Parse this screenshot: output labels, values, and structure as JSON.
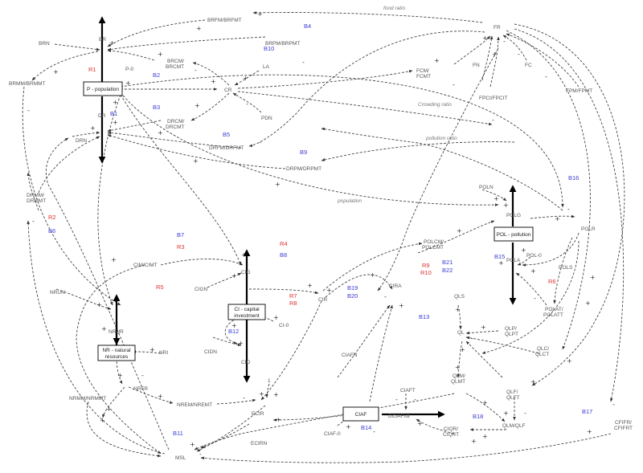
{
  "stocks": {
    "population": "P - population",
    "capital_investment_1": "CI - capital",
    "capital_investment_2": "investment",
    "natural_resources_1": "NR - natural",
    "natural_resources_2": "resources",
    "pollution": "POL - pollution",
    "ciaf": "CIAF"
  },
  "variables": {
    "BRFM": "BRFM/BRFMT",
    "BRPM": "BRPM/BRPMT",
    "BRN": "BRN",
    "BR": "BR",
    "BRCM": "BRCM/",
    "BRCMT": "BRCMT",
    "BRMM": "BRMM/BRMMT",
    "P0": "P-0",
    "LA": "LA",
    "CR": "CR",
    "PDN": "PDN",
    "DR": "DR",
    "DRCM": "DRCM/",
    "DRCMT": "DRCMT",
    "DRN": "DRN",
    "DRFM": "DRFM/DRFMT",
    "DRPM": "DRPM/DRPMT",
    "DRMM1": "DRMM/",
    "DRMM2": "DRMMT",
    "FR": "FR",
    "FN": "FN",
    "FC": "FC",
    "FCM1": "FCM/",
    "FCM2": "FCMT",
    "FPCI": "FPCI/FPCIT",
    "FPM": "FPM/FPMT",
    "POLN": "POLN",
    "POLG": "POLG",
    "POLR": "POLR",
    "POLA": "POLA",
    "POL0": "POL-0",
    "POLS": "POLS",
    "POLAT1": "POLAT/",
    "POLAT2": "POLATT",
    "POLCM1": "POLCM/",
    "POLCM2": "POLCMT",
    "CIM": "CIM/CIMT",
    "CIGN": "CIGN",
    "CIG": "CIG",
    "CIR": "CIR",
    "CIRA": "CIRA",
    "CI0": "CI-0",
    "CIDN": "CIDN",
    "CID": "CID",
    "CIAFN": "CIAFN",
    "CIAFT": "CIAFT",
    "CIAF0": "CIAF-0",
    "DCIAF": "DCIAF/dt",
    "NRUN": "NRUN",
    "NRUR": "NRUR",
    "NRI": "NRI",
    "NRFR": "NRFR",
    "NRMM": "NRMM/NRMMT",
    "NREM": "NREM/NREMT",
    "ECIR": "ECIR",
    "ECIRN": "ECIRN",
    "MSL": "MSL",
    "QLS": "QLS",
    "QL": "QL",
    "QLP1": "QLP/",
    "QLP2": "QLPT",
    "QLC1": "QLC/",
    "QLC2": "QLCT",
    "QLF1": "QLF/",
    "QLF2": "QLFT",
    "QLM1": "QLM/",
    "QLM2": "QLMT",
    "QLMQLF": "QLM/QLF",
    "CIQR1": "CIQR/",
    "CIQR2": "CIQRT",
    "CFIFR1": "CFIFR/",
    "CFIFR2": "CFIFRT",
    "one": "1"
  },
  "link_labels": {
    "food_ratio": "food ratio",
    "crowding_ratio": "Crowding ratio",
    "pollution_ratio": "pollution ratio",
    "population": "population"
  },
  "loops": {
    "R1": "R1",
    "R2": "R2",
    "R3": "R3",
    "R4": "R4",
    "R5": "R5",
    "R6": "R6",
    "R7": "R7",
    "R8": "R8",
    "R9": "R9",
    "R10": "R10",
    "B1": "B1",
    "B2": "B2",
    "B3": "B3",
    "B4": "B4",
    "B5": "B5",
    "B6": "B6",
    "B7": "B7",
    "B8": "B8",
    "B9": "B9",
    "B10": "B10",
    "B11": "B11",
    "B12": "B12",
    "B13": "B13",
    "B14": "B14",
    "B15": "B15",
    "B16": "B16",
    "B17": "B17",
    "B18": "B18",
    "B19": "B19",
    "B20": "B20",
    "B21": "B21",
    "B22": "B22"
  },
  "signs": {
    "plus": "+",
    "minus": "-"
  },
  "colors": {
    "balancing": "#3b3bd6",
    "reinforcing": "#e03030"
  }
}
